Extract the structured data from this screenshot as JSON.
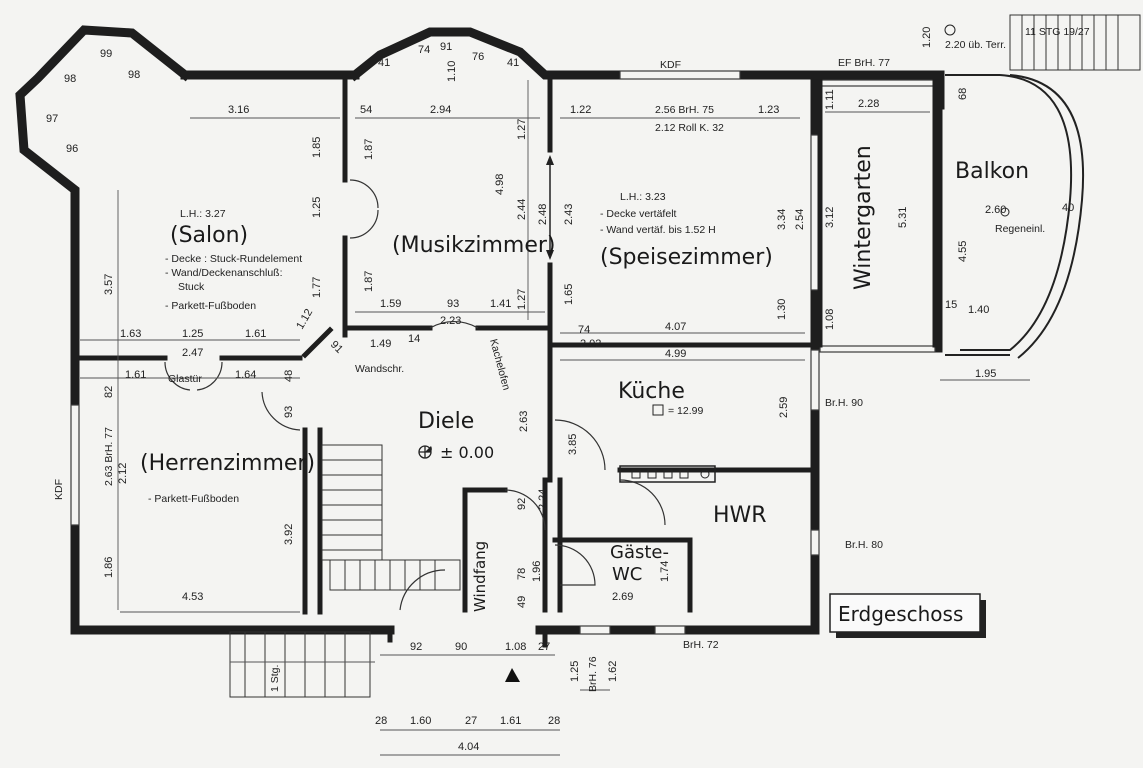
{
  "title": "Erdgeschoss",
  "rooms": {
    "salon": "(Salon)",
    "musikzimmer": "(Musikzimmer)",
    "speisezimmer": "(Speisezimmer)",
    "wintergarten": "Wintergarten",
    "balkon": "Balkon",
    "herrenzimmer": "(Herrenzimmer)",
    "diele": "Diele",
    "kueche": "Küche",
    "hwr": "HWR",
    "gaeste_wc_1": "Gäste-",
    "gaeste_wc_2": "WC",
    "windfang": "Windfang"
  },
  "notes": {
    "salon_lh": "L.H.: 3.27",
    "salon_1": "- Decke : Stuck-Rundelement",
    "salon_2": "- Wand/Deckenanschluß:",
    "salon_3": "Stuck",
    "salon_4": "- Parkett-Fußboden",
    "speise_lh": "L.H.: 3.23",
    "speise_1": "- Decke vertäfelt",
    "speise_2": "- Wand vertäf. bis 1.52 H",
    "herren_1": "- Parkett-Fußboden",
    "kueche_area": "= 12.99",
    "diele_level": "± 0.00",
    "wandschr": "Wandschr.",
    "kachelofen": "Kachelofen",
    "glastuer": "Glastür",
    "regeneinl": "Regeneinl.",
    "kdf_top": "KDF",
    "kdf_left": "KDF",
    "ef_brh": "EF BrH. 77",
    "brh_90": "Br.H. 90",
    "brh_80": "Br.H. 80",
    "brh_72": "BrH. 72",
    "brh_76": "BrH. 76",
    "terr": "2.20 üb. Terr.",
    "stg_top": "11 STG 19/27",
    "stg_bottom": "1 Stg.",
    "speise_dim": "2.56 BrH. 75",
    "roll": "2.12 Roll K. 32",
    "herren_dim": "2.63 BrH. 77"
  },
  "dims": {
    "d_316": "3.16",
    "d_294": "2.94",
    "d_122": "1.22",
    "d_123": "1.23",
    "d_228": "2.28",
    "d_185": "1.85",
    "d_125a": "1.25",
    "d_177": "1.77",
    "d_357": "3.57",
    "d_163": "1.63",
    "d_125b": "1.25",
    "d_161a": "1.61",
    "d_247": "2.47",
    "d_161b": "1.61",
    "d_164": "1.64",
    "d_159": "1.59",
    "d_93a": "93",
    "d_141": "1.41",
    "d_223": "2.23",
    "d_149": "1.49",
    "d_14": "14",
    "d_187a": "1.87",
    "d_187b": "1.87",
    "d_498": "4.98",
    "d_127a": "1.27",
    "d_127b": "1.27",
    "d_244": "2.44",
    "d_248": "2.48",
    "d_243": "2.43",
    "d_165": "1.65",
    "d_407": "4.07",
    "d_499": "4.99",
    "d_202": "2.02",
    "d_74": "74",
    "d_334": "3.34",
    "d_254": "2.54",
    "d_130": "1.30",
    "d_312": "3.12",
    "d_531": "5.31",
    "d_108": "1.08",
    "d_260": "2.60",
    "d_455": "4.55",
    "d_140": "1.40",
    "d_15": "15",
    "d_195": "1.95",
    "d_40": "40",
    "d_111": "1.11",
    "d_68": "68",
    "d_120": "1.20",
    "d_259": "2.59",
    "d_263": "2.63",
    "d_385": "3.85",
    "d_224": "2.24",
    "d_92a": "92",
    "d_196": "1.96",
    "d_78": "78",
    "d_49": "49",
    "d_174": "1.74",
    "d_269": "2.69",
    "d_453": "4.53",
    "d_186": "1.86",
    "d_392": "3.92",
    "d_212": "2.12",
    "d_82": "82",
    "d_93b": "93",
    "d_48": "48",
    "d_92b": "92",
    "d_90": "90",
    "d_108b": "1.08",
    "d_27a": "27",
    "d_162": "1.62",
    "d_125c": "1.25",
    "d_28a": "28",
    "d_160": "1.60",
    "d_27b": "27",
    "d_161c": "1.61",
    "d_28b": "28",
    "d_404": "4.04",
    "d_99": "99",
    "d_98a": "98",
    "d_98b": "98",
    "d_97": "97",
    "d_96": "96",
    "d_74b": "74",
    "d_91": "91",
    "d_76": "76",
    "d_41a": "41",
    "d_41b": "41",
    "d_110": "1.10",
    "d_54": "54",
    "d_112": "1.12",
    "d_91b": "91"
  }
}
